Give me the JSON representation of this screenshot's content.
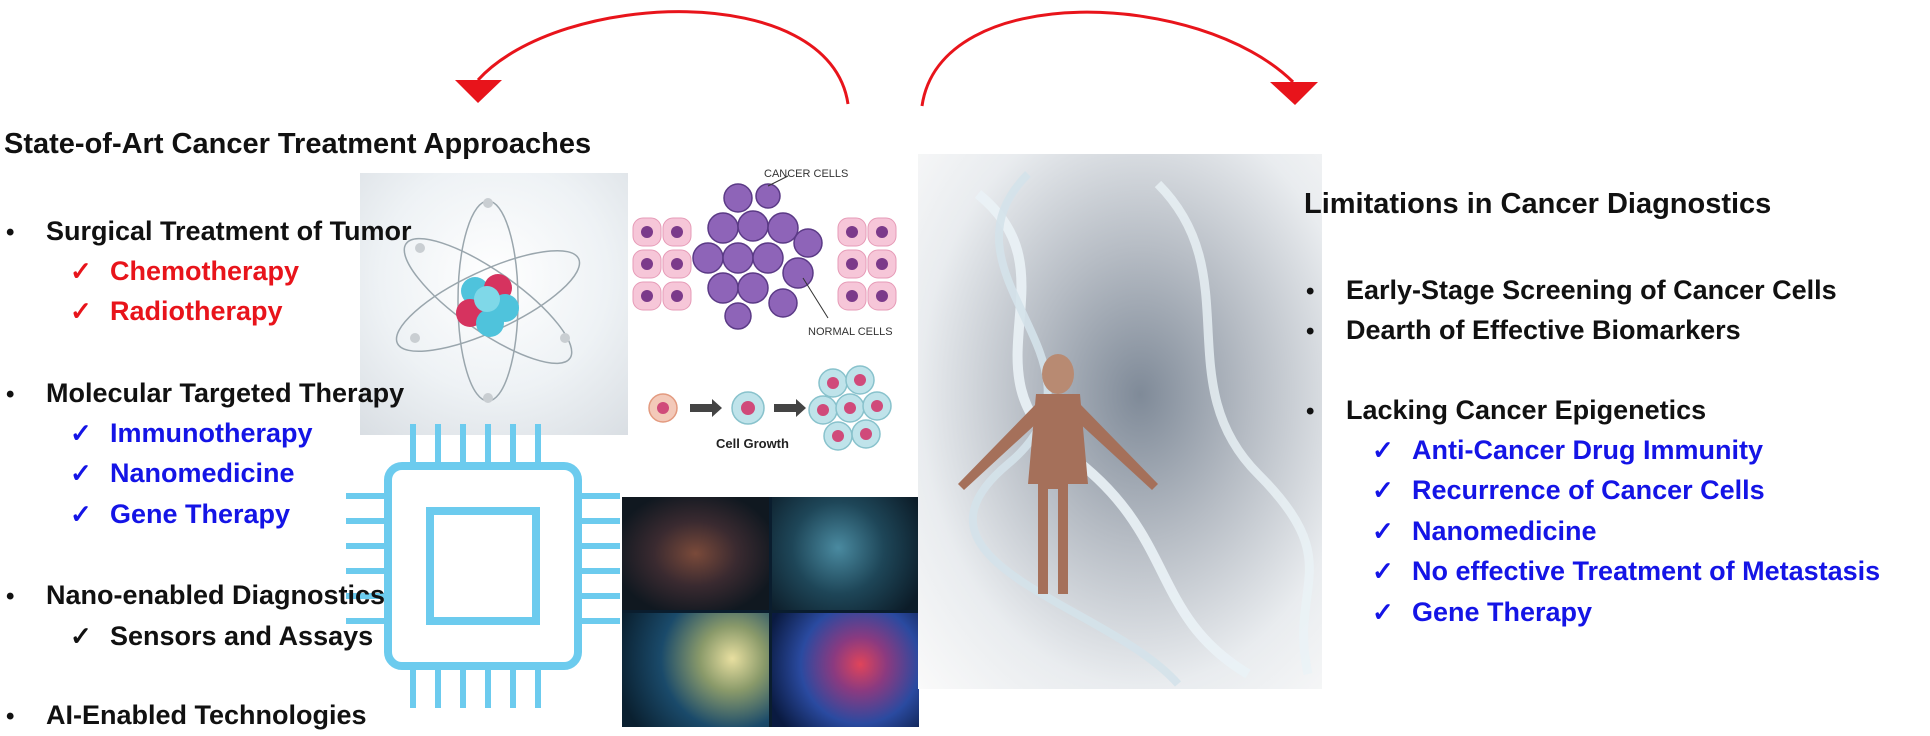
{
  "left": {
    "heading": "State-of-Art Cancer Treatment Approaches",
    "groups": [
      {
        "label": "Surgical Treatment of Tumor",
        "subs": [
          "Chemotherapy",
          "Radiotherapy"
        ]
      },
      {
        "label": "Molecular Targeted Therapy",
        "subs": [
          "Immunotherapy",
          "Nanomedicine",
          "Gene Therapy"
        ]
      },
      {
        "label": "Nano-enabled Diagnostics",
        "subs": [
          "Sensors and Assays"
        ]
      },
      {
        "label": "AI-Enabled Technologies",
        "subs": []
      }
    ]
  },
  "right": {
    "heading": "Limitations in Cancer Diagnostics",
    "items": [
      "Early-Stage Screening of Cancer Cells",
      "Dearth of Effective Biomarkers",
      "Lacking Cancer Epigenetics"
    ],
    "subs": [
      "Anti-Cancer Drug Immunity",
      "Recurrence of Cancer Cells",
      "Nanomedicine",
      "No effective Treatment of Metastasis",
      "Gene Therapy"
    ]
  },
  "cells_panel": {
    "cancer_label": "CANCER CELLS",
    "normal_label": "NORMAL CELLS",
    "growth_label": "Cell Growth"
  },
  "symbols": {
    "bullet": "•",
    "check": "✓"
  },
  "colors": {
    "arrow": "#e8141b",
    "red_text": "#e8141b",
    "blue_text": "#1414e6",
    "chip": "#6ccbee"
  }
}
